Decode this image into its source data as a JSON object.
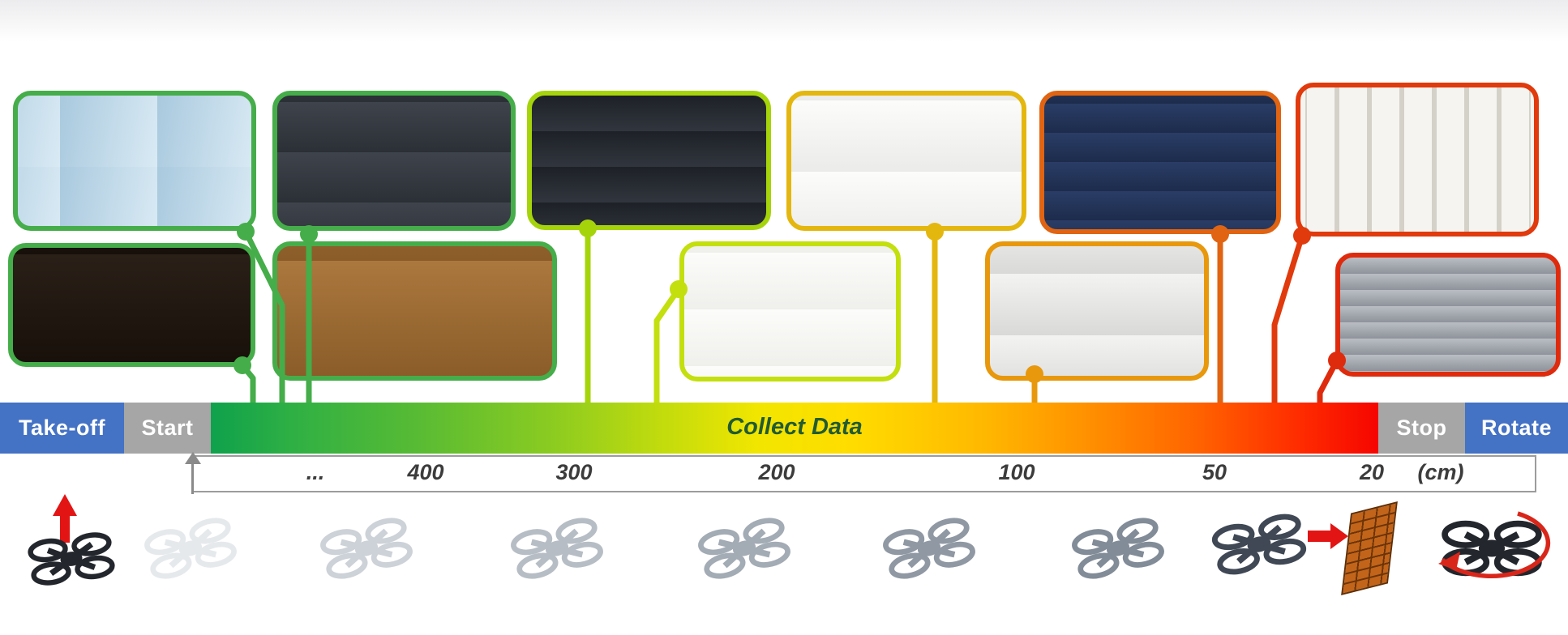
{
  "bar": {
    "takeoff": "Take-off",
    "start": "Start",
    "collect": "Collect Data",
    "stop": "Stop",
    "rotate": "Rotate",
    "colors": {
      "takeoff_bg": "#4472C4",
      "start_bg": "#A6A6A6",
      "stop_bg": "#A6A6A6",
      "rotate_bg": "#4472C4",
      "gradient_start": "#0FA14C",
      "gradient_mid": "#F2E600",
      "gradient_end": "#F60500",
      "collect_text_color": "#215B33"
    }
  },
  "scale": {
    "ticks": [
      "...",
      "400",
      "300",
      "200",
      "100",
      "50",
      "20"
    ],
    "unit": "(cm)"
  },
  "photos": {
    "top_row": [
      {
        "scene": "office-desks-and-windows",
        "border_color": "#45AD49"
      },
      {
        "scene": "radiator-glass-partition",
        "border_color": "#45AD49"
      },
      {
        "scene": "lab-benches-equipment",
        "border_color": "#A6D40B"
      },
      {
        "scene": "whiteboard-office",
        "border_color": "#E4B70F"
      },
      {
        "scene": "dark-desk-monitors",
        "border_color": "#E06412"
      },
      {
        "scene": "wall-power-sockets-closeup",
        "border_color": "#E03A0D"
      }
    ],
    "bottom_row": [
      {
        "scene": "corridor",
        "border_color": "#45AD49"
      },
      {
        "scene": "wooden-double-doors-room",
        "border_color": "#45AD49"
      },
      {
        "scene": "meeting-room-blue-chairs",
        "border_color": "#C3DF0E"
      },
      {
        "scene": "printer-and-phone-desk",
        "border_color": "#E8980C"
      },
      {
        "scene": "dark-grille-closeup",
        "border_color": "#DF2B0D"
      }
    ]
  },
  "icons": {
    "takeoff_arrow": "red-up-arrow",
    "collision_arrow": "red-right-arrow",
    "wall": "brick-wall",
    "rotate_arrow": "red-rotate-arrow",
    "drone": "quadcopter-drone",
    "arrow_color": "#E31414",
    "rotate_arrow_color": "#D9261A"
  }
}
